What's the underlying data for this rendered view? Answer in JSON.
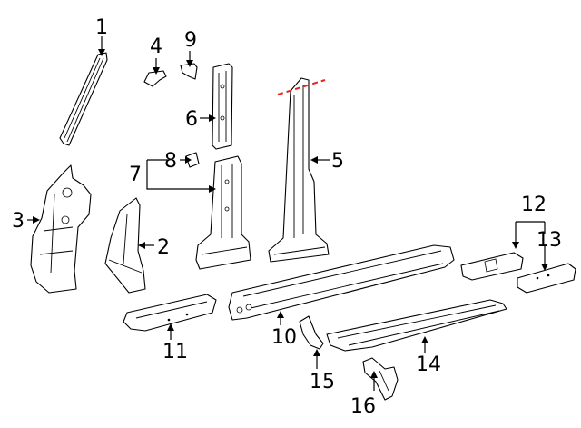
{
  "callouts": {
    "c1": "1",
    "c2": "2",
    "c3": "3",
    "c4": "4",
    "c5": "5",
    "c6": "6",
    "c7": "7",
    "c8": "8",
    "c9": "9",
    "c10": "10",
    "c11": "11",
    "c12": "12",
    "c13": "13",
    "c14": "14",
    "c15": "15",
    "c16": "16"
  },
  "colors": {
    "cut_line": "#e8231d",
    "line": "#000000",
    "background": "#ffffff"
  }
}
